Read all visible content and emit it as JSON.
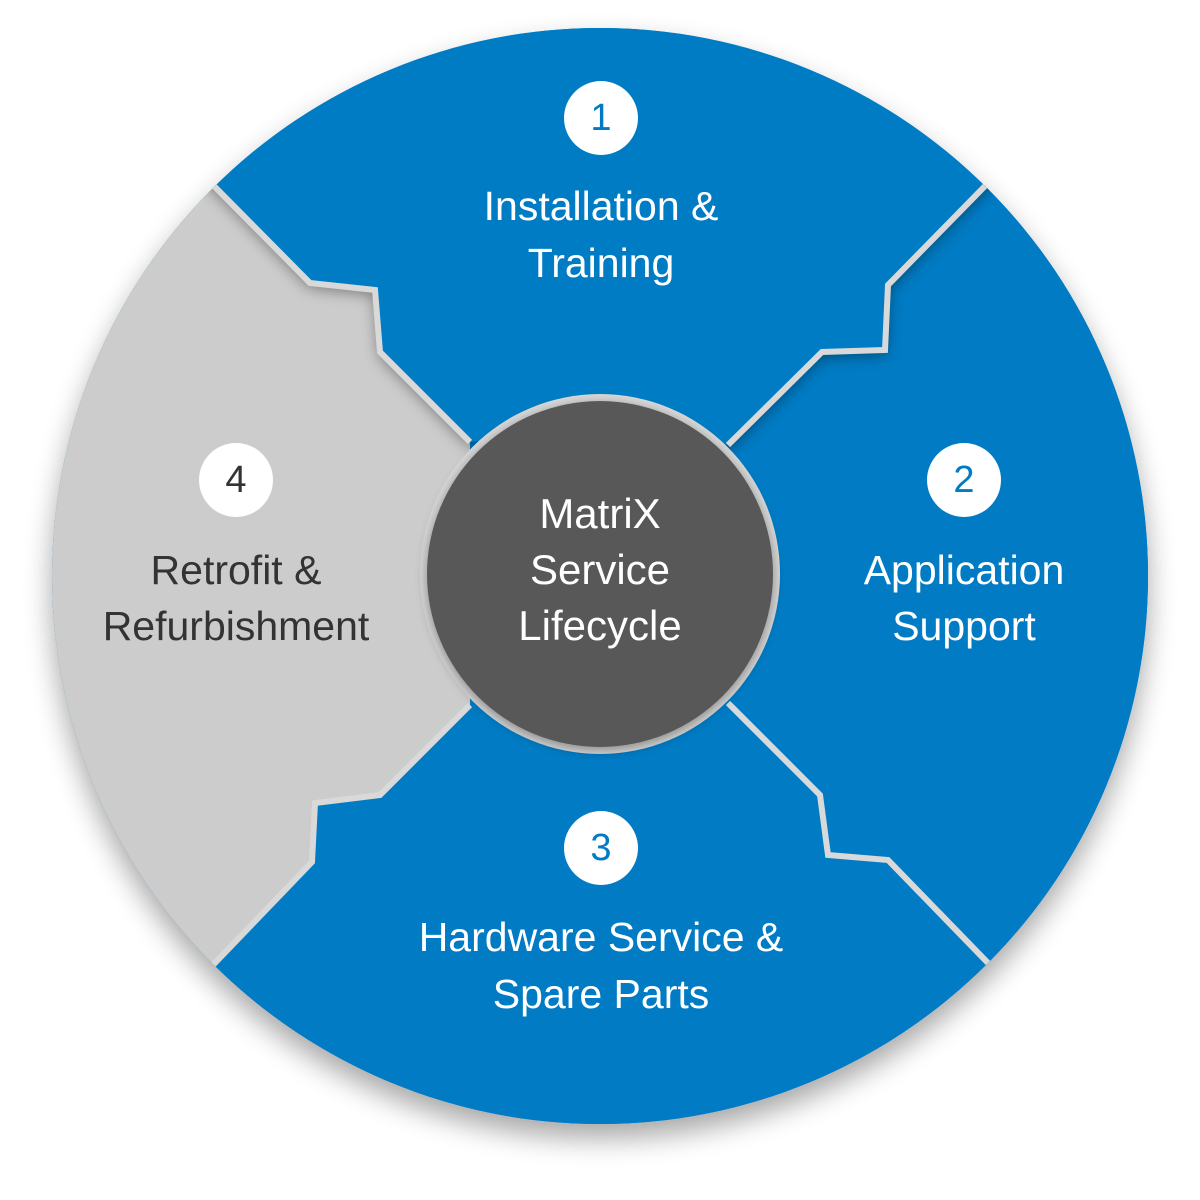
{
  "diagram": {
    "title_lines": [
      "MatriX",
      "Service",
      "Lifecycle"
    ],
    "colors": {
      "segment_blue": "#007bc4",
      "segment_gray": "#cccccc",
      "center_fill": "#595959",
      "divider": "#d9d9d9",
      "badge_fill": "#ffffff",
      "text_light": "#ffffff",
      "text_dark": "#333333"
    },
    "segments": [
      {
        "number": "1",
        "label_lines": [
          "Installation &",
          "Training"
        ],
        "position": "top"
      },
      {
        "number": "2",
        "label_lines": [
          "Application",
          "Support"
        ],
        "position": "right"
      },
      {
        "number": "3",
        "label_lines": [
          "Hardware Service &",
          "Spare Parts"
        ],
        "position": "bottom"
      },
      {
        "number": "4",
        "label_lines": [
          "Retrofit &",
          "Refurbishment"
        ],
        "position": "left"
      }
    ]
  }
}
